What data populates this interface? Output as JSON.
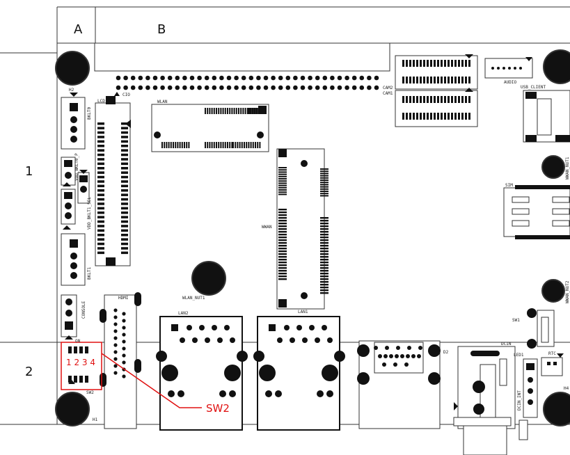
{
  "grid": {
    "columns": [
      "A",
      "B"
    ],
    "rows": [
      "1",
      "2"
    ]
  },
  "labels": {
    "h2": "H2",
    "bklt0": "BKLT0",
    "bklt1": "BKLT1",
    "lcd": "LCD",
    "cio": "CIO",
    "wlan": "WLAN",
    "wwan": "WWAN",
    "wlan_nut1": "WLAN_NUT1",
    "lan2": "LAN2",
    "lan1": "LAN1",
    "hdmi": "HDMI",
    "console": "CONSOLE",
    "cam2": "CAM2",
    "cam1": "CAM1",
    "audio": "AUDIO",
    "usb_client": "USB_CLIENT",
    "sim": "SIM",
    "wwan_nut1": "WWAN_NUT1",
    "wwan_nut2": "WWAN_NUT2",
    "sw1": "SW1",
    "dcin": "DCIN",
    "led1": "LED1",
    "rtc": "RTC",
    "h4": "H4",
    "d2": "D2",
    "dcin_int": "DCIN_INT",
    "h1": "H1",
    "sw2_small": "SW2",
    "vdd_bklt0": "VDD_BKLT0_P",
    "vdd_bklt1": "VDD_BKLT1_SEL",
    "on": "ON"
  },
  "highlight": {
    "digits": "1 2 3 4",
    "callout": "SW2",
    "color": "#e01010"
  }
}
